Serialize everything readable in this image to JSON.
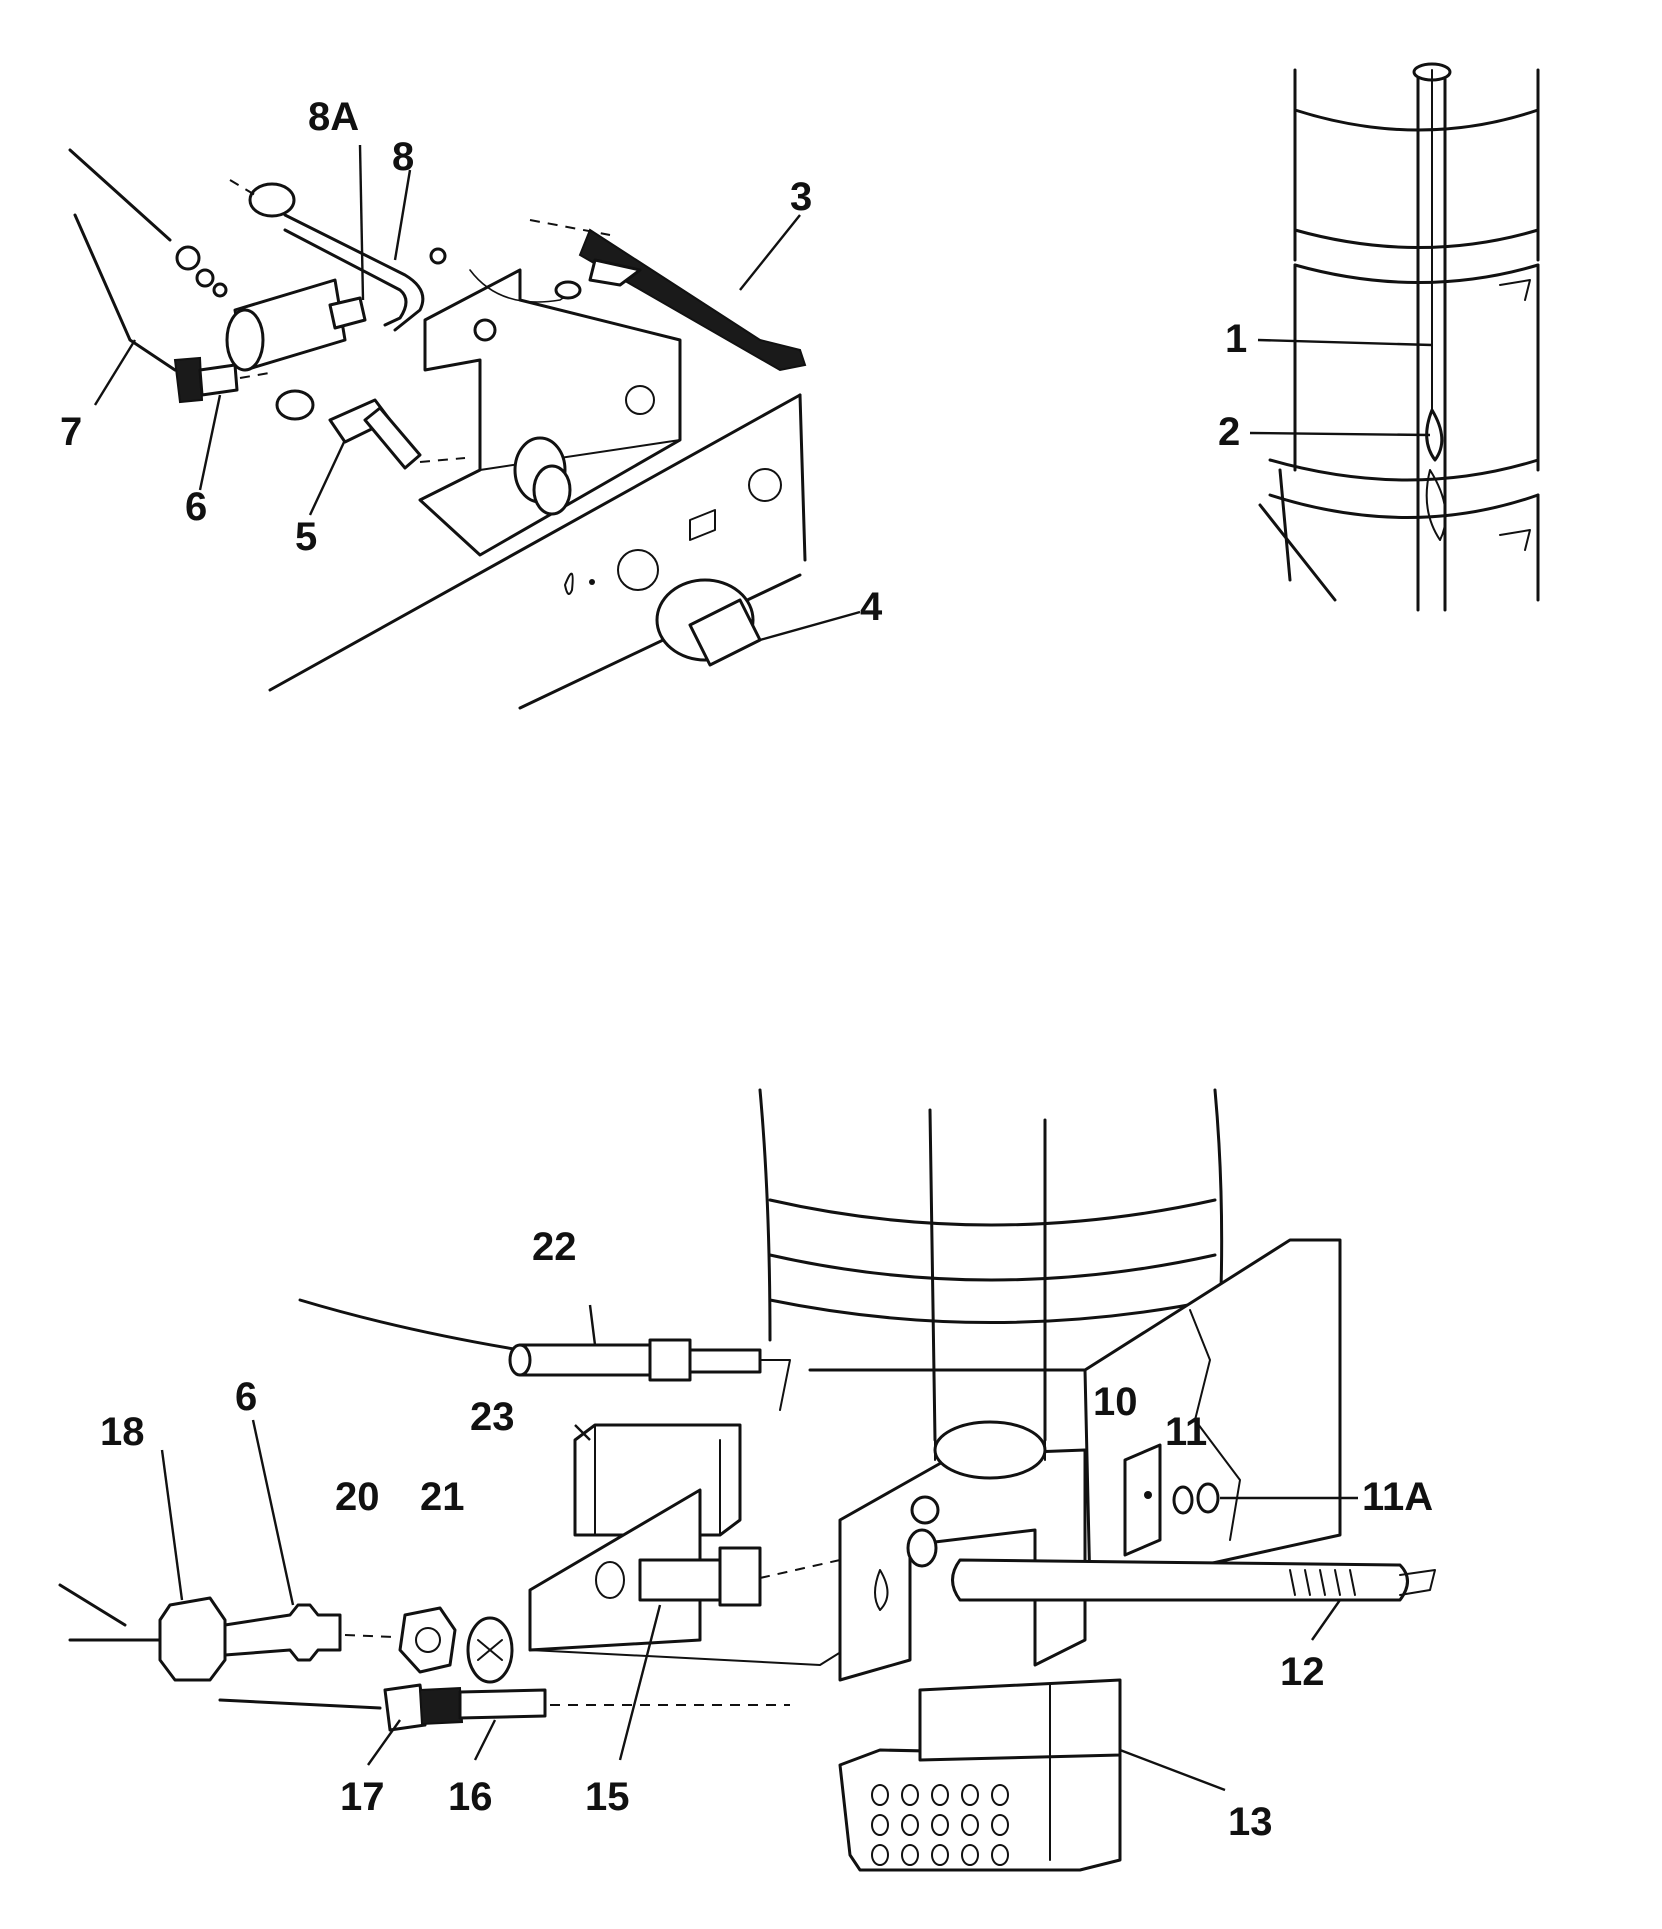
{
  "labels": {
    "l8A": "8A",
    "l8": "8",
    "l3": "3",
    "l7": "7",
    "l6a": "6",
    "l5": "5",
    "l4": "4",
    "l1": "1",
    "l2": "2",
    "l22": "22",
    "l23": "23",
    "l6b": "6",
    "l18": "18",
    "l20": "20",
    "l21": "21",
    "l10": "10",
    "l11": "11",
    "l11A": "11A",
    "l12": "12",
    "l13": "13",
    "l15": "15",
    "l16": "16",
    "l17": "17"
  }
}
